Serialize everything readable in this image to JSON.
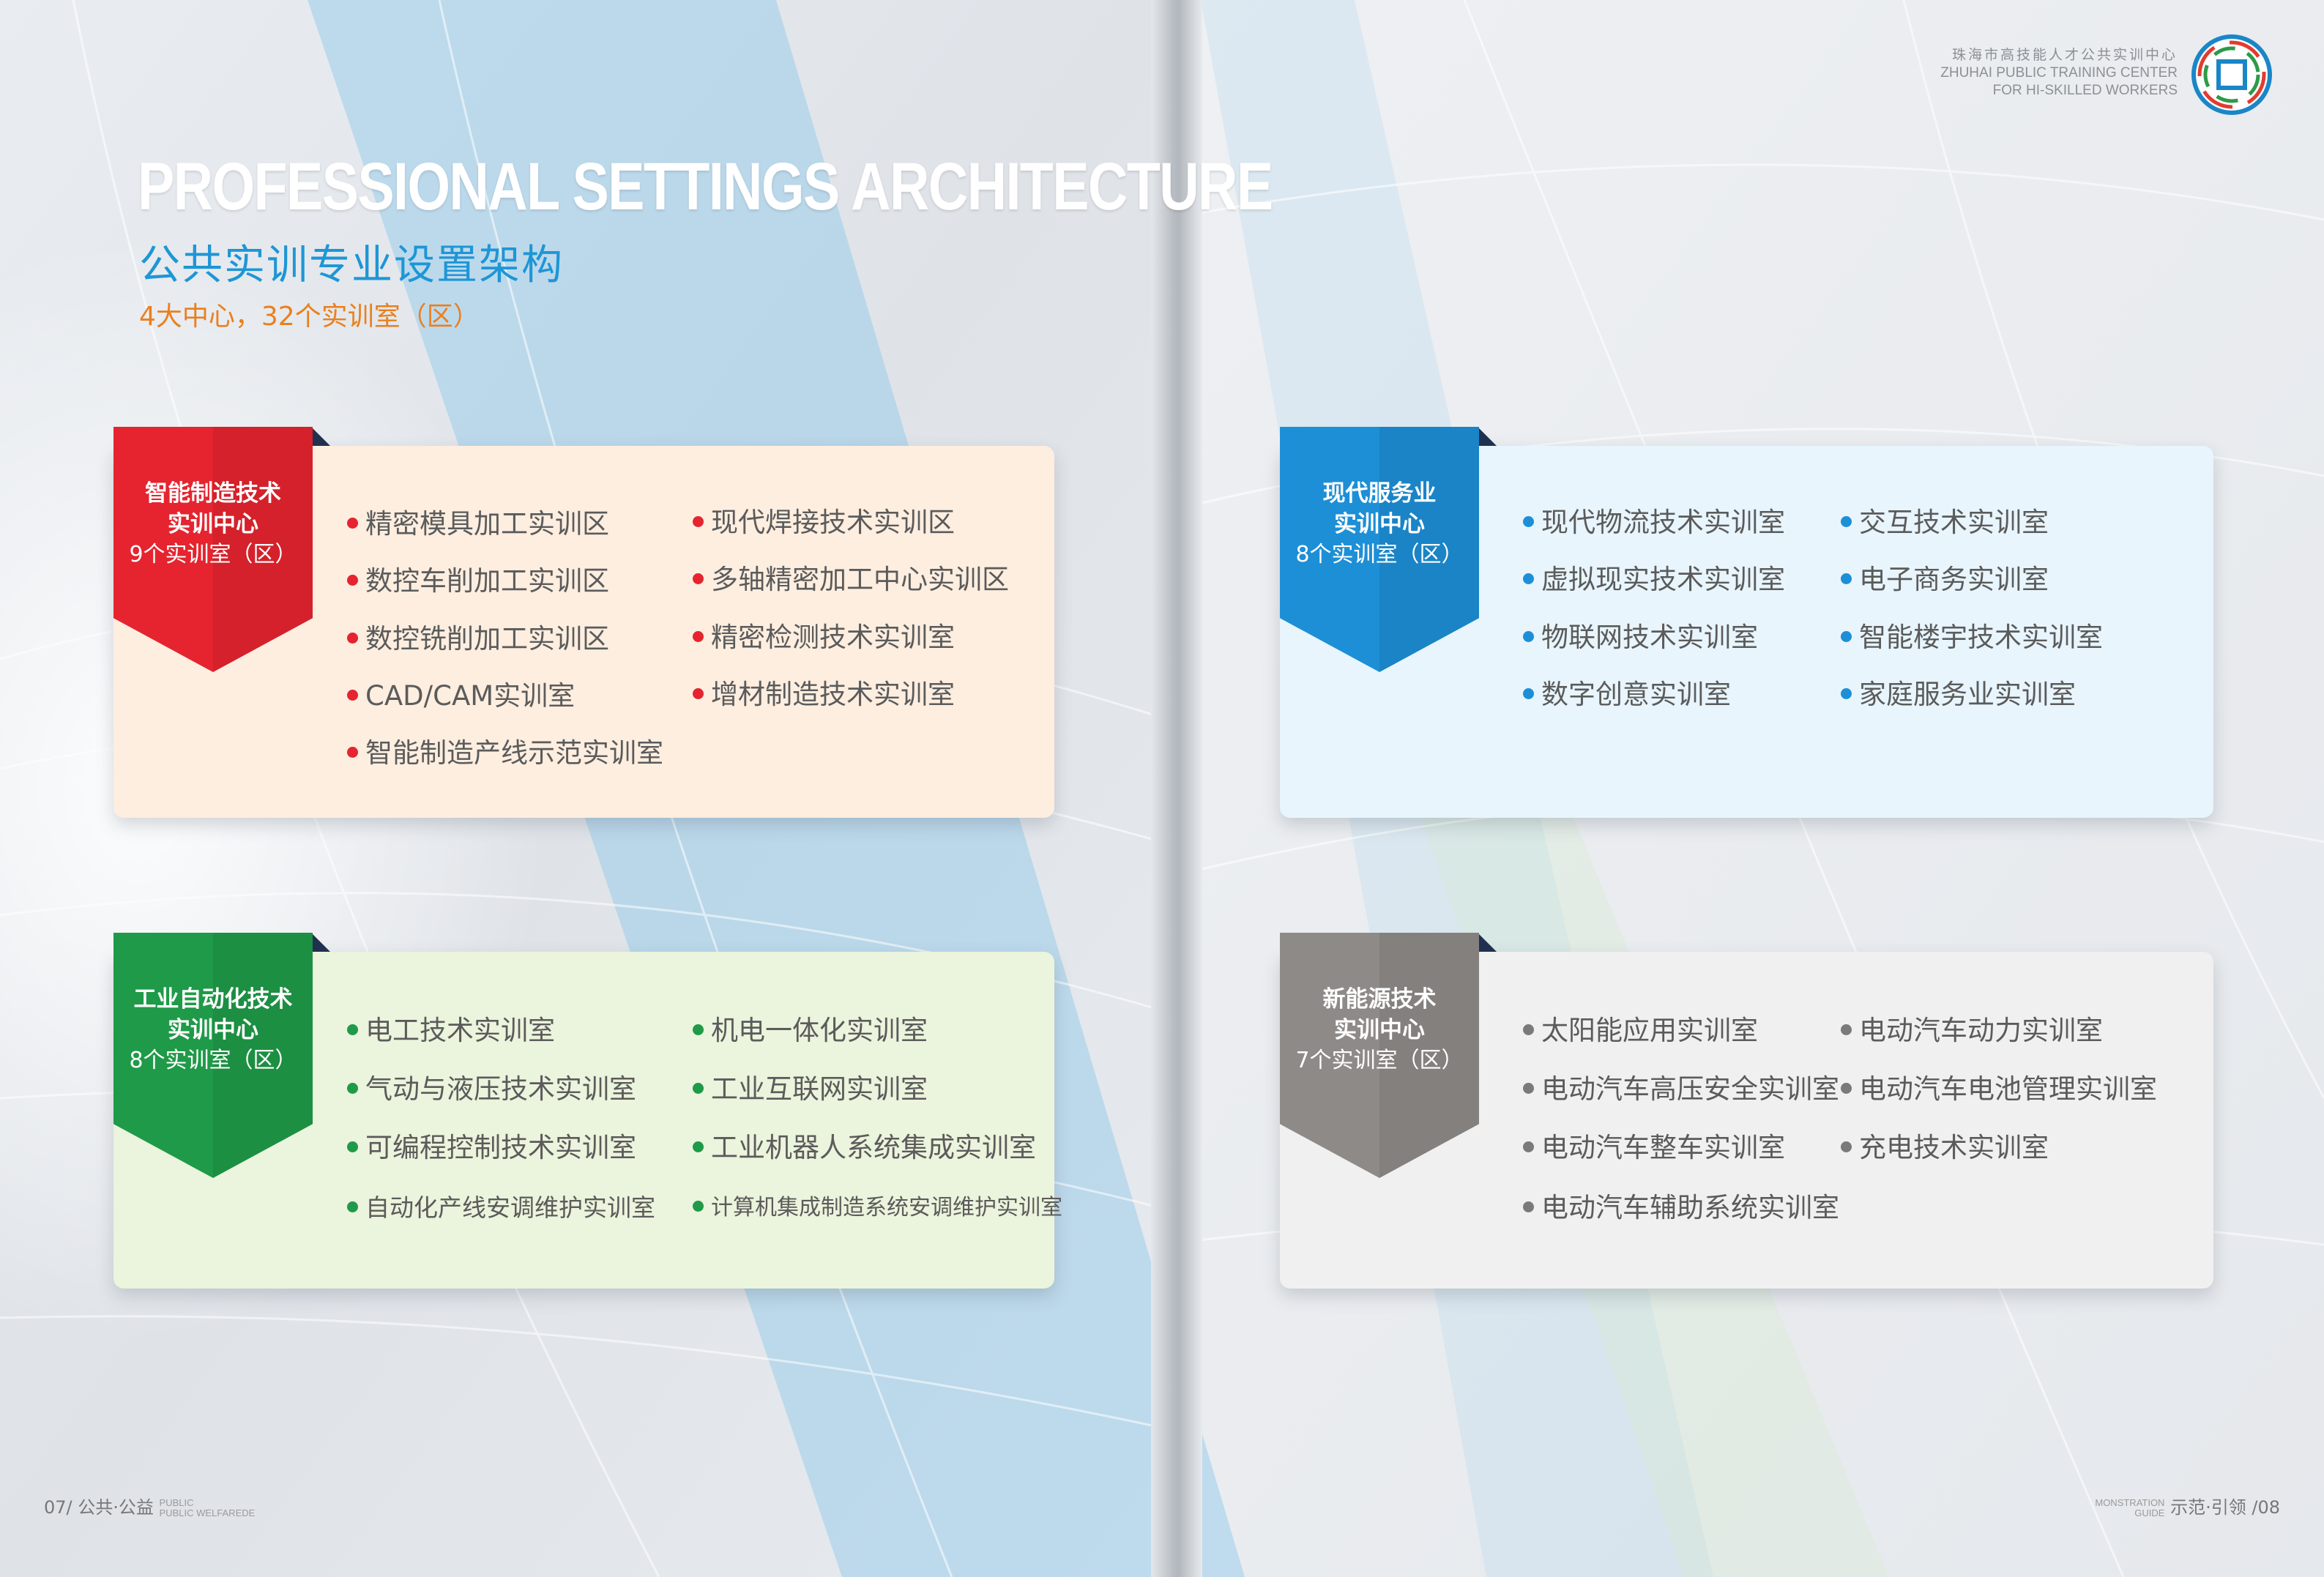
{
  "header": {
    "title_en": "PROFESSIONAL SETTINGS ARCHITECTURE",
    "title_cn": "公共实训专业设置架构",
    "subtitle": "4大中心，32个实训室（区）"
  },
  "org": {
    "line1": "珠海市高技能人才公共实训中心",
    "line2": "ZHUHAI PUBLIC TRAINING CENTER",
    "line3": "FOR HI-SKILLED WORKERS",
    "logo_icon": "zhuhai-training-center-logo"
  },
  "colors": {
    "red": "#e5242f",
    "blue": "#1d8fd6",
    "green": "#1f9a48",
    "gray": "#8e8a87"
  },
  "centers": [
    {
      "title_line1": "智能制造技术",
      "title_line2": "实训中心",
      "count": "9个实训室（区）",
      "items": [
        "精密模具加工实训区",
        "现代焊接技术实训区",
        "数控车削加工实训区",
        "多轴精密加工中心实训区",
        "数控铣削加工实训区",
        "精密检测技术实训室",
        "CAD/CAM实训室",
        "增材制造技术实训室",
        "智能制造产线示范实训室"
      ]
    },
    {
      "title_line1": "现代服务业",
      "title_line2": "实训中心",
      "count": "8个实训室（区）",
      "items": [
        "现代物流技术实训室",
        "交互技术实训室",
        "虚拟现实技术实训室",
        "电子商务实训室",
        "物联网技术实训室",
        "智能楼宇技术实训室",
        "数字创意实训室",
        "家庭服务业实训室"
      ]
    },
    {
      "title_line1": "工业自动化技术",
      "title_line2": "实训中心",
      "count": "8个实训室（区）",
      "items": [
        "电工技术实训室",
        "机电一体化实训室",
        "气动与液压技术实训室",
        "工业互联网实训室",
        "可编程控制技术实训室",
        "工业机器人系统集成实训室",
        "自动化产线安调维护实训室",
        "计算机集成制造系统安调维护实训室"
      ]
    },
    {
      "title_line1": "新能源技术",
      "title_line2": "实训中心",
      "count": "7个实训室（区）",
      "items": [
        "太阳能应用实训室",
        "电动汽车动力实训室",
        "电动汽车高压安全实训室",
        "电动汽车电池管理实训室",
        "电动汽车整车实训室",
        "充电技术实训室",
        "电动汽车辅助系统实训室"
      ]
    }
  ],
  "footer": {
    "left_page": "07/",
    "left_label": "公共·公益",
    "left_en1": "PUBLIC",
    "left_en2": "PUBLIC WELFAREDE",
    "right_en1": "MONSTRATION",
    "right_en2": "GUIDE",
    "right_label": "示范·引领",
    "right_page": "/08"
  }
}
